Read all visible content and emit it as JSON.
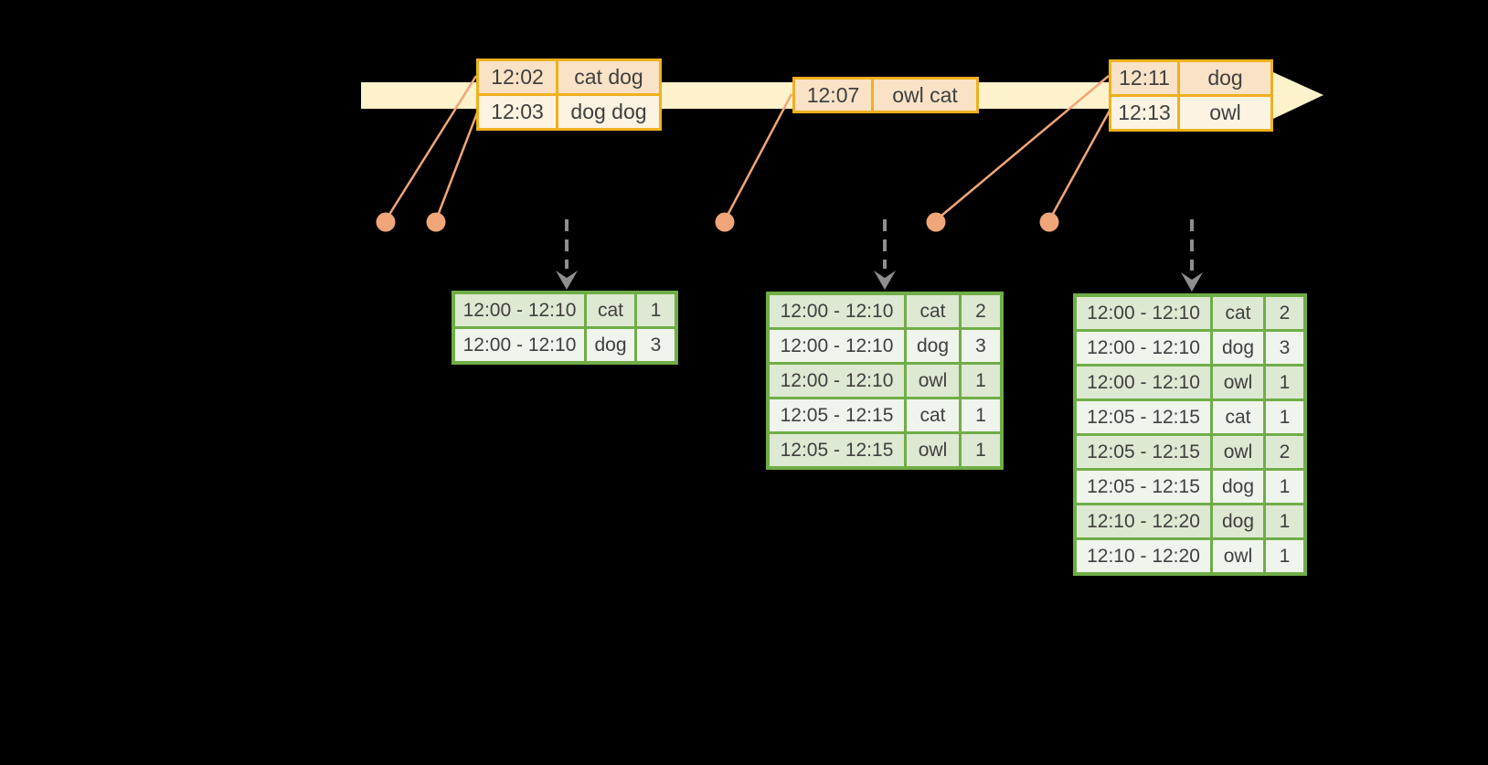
{
  "background": "#000000",
  "palette": {
    "background": "#000000",
    "timeline_fill": "#fdf2cc",
    "event_border": "#f0b01e",
    "event_row_dark": "#fae2c6",
    "event_row_light": "#fdf3e2",
    "connector": "#f0a678",
    "trigger_arrow": "#8e8e8e",
    "result_border": "#70ad47",
    "result_row_dark": "#dde9d3",
    "result_row_light": "#eff4ec",
    "text": "#3f3f3f"
  },
  "icons": {
    "timeline_arrow": "right-arrow",
    "trigger_arrow": "dashed-down-arrow",
    "event_marker": "dot"
  },
  "event_tables": [
    {
      "rows": [
        {
          "time": "12:02",
          "value": "cat dog"
        },
        {
          "time": "12:03",
          "value": "dog dog"
        }
      ]
    },
    {
      "rows": [
        {
          "time": "12:07",
          "value": "owl cat"
        }
      ]
    },
    {
      "rows": [
        {
          "time": "12:11",
          "value": "dog"
        },
        {
          "time": "12:13",
          "value": "owl"
        }
      ]
    }
  ],
  "result_tables": [
    {
      "rows": [
        [
          "12:00 - 12:10",
          "cat",
          "1"
        ],
        [
          "12:00 - 12:10",
          "dog",
          "3"
        ]
      ]
    },
    {
      "rows": [
        [
          "12:00 - 12:10",
          "cat",
          "2"
        ],
        [
          "12:00 - 12:10",
          "dog",
          "3"
        ],
        [
          "12:00 - 12:10",
          "owl",
          "1"
        ],
        [
          "12:05 - 12:15",
          "cat",
          "1"
        ],
        [
          "12:05 - 12:15",
          "owl",
          "1"
        ]
      ]
    },
    {
      "rows": [
        [
          "12:00 - 12:10",
          "cat",
          "2"
        ],
        [
          "12:00 - 12:10",
          "dog",
          "3"
        ],
        [
          "12:00 - 12:10",
          "owl",
          "1"
        ],
        [
          "12:05 - 12:15",
          "cat",
          "1"
        ],
        [
          "12:05 - 12:15",
          "owl",
          "2"
        ],
        [
          "12:05 - 12:15",
          "dog",
          "1"
        ],
        [
          "12:10 - 12:20",
          "dog",
          "1"
        ],
        [
          "12:10 - 12:20",
          "owl",
          "1"
        ]
      ]
    }
  ]
}
